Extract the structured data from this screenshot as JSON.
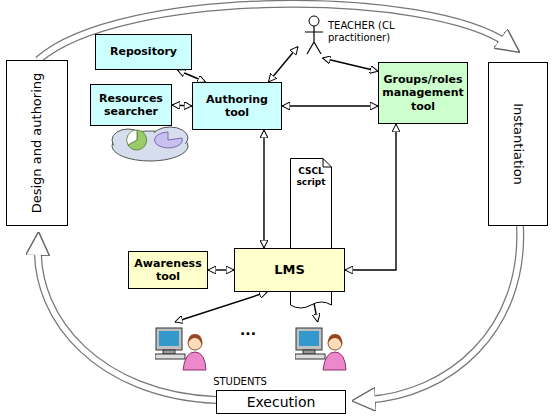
{
  "diagram": {
    "nodes": [
      {
        "text": [
          "Repository"
        ]
      },
      {
        "text": [
          "TEACHER (CL practitioner)"
        ]
      },
      {
        "text": [
          "Design and authoring"
        ]
      },
      {
        "text": [
          "Resources searcher"
        ]
      },
      {
        "text": [
          "Authoring tool"
        ]
      },
      {
        "text": [
          "Groups/roles management tool"
        ]
      },
      {
        "text": [
          "Instantiation"
        ]
      },
      {
        "text": [
          "CSCL script"
        ]
      },
      {
        "text": [
          "Awareness tool"
        ]
      },
      {
        "text": [
          "LMS"
        ]
      },
      {
        "text": [
          "STUDENTS"
        ]
      },
      {
        "text": [
          "Execution"
        ]
      }
    ],
    "edges": [
      {
        "from": 0,
        "to": 4,
        "arrow": "both"
      },
      {
        "from": 3,
        "to": 4,
        "arrow": "both"
      },
      {
        "from": 1,
        "to": 4,
        "arrow": "both"
      },
      {
        "from": 1,
        "to": 5,
        "arrow": "both"
      },
      {
        "from": 4,
        "to": 5,
        "arrow": "both"
      },
      {
        "from": 4,
        "to": 9,
        "arrow": "both"
      },
      {
        "from": 5,
        "to": 9,
        "arrow": "both"
      },
      {
        "from": 8,
        "to": 9,
        "arrow": "both"
      },
      {
        "from": 9,
        "to": 10,
        "arrow": "both"
      },
      {
        "from": 9,
        "to": 10,
        "arrow": "both"
      }
    ],
    "labels": [
      "..."
    ]
  }
}
